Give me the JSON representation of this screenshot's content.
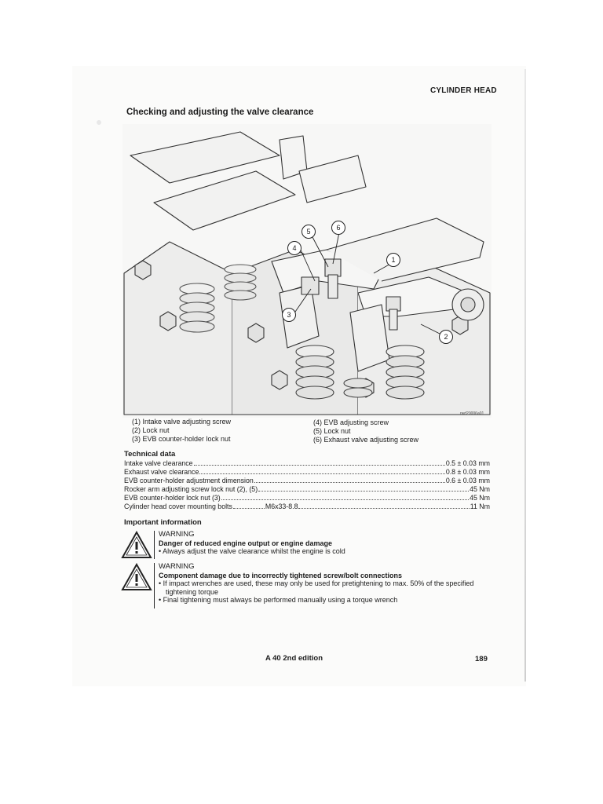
{
  "header": {
    "section": "CYLINDER HEAD"
  },
  "title": "Checking and adjusting the valve clearance",
  "figure": {
    "code": "rwd20006a01",
    "callouts": [
      "1",
      "2",
      "3",
      "4",
      "5",
      "6"
    ]
  },
  "legend": {
    "left": [
      "(1)  Intake valve adjusting screw",
      "(2)  Lock nut",
      "(3)  EVB counter-holder lock nut"
    ],
    "right": [
      "(4)  EVB adjusting screw",
      "(5)  Lock nut",
      "(6)  Exhaust valve adjusting screw"
    ]
  },
  "technical_data": {
    "title": "Technical data",
    "rows": [
      {
        "label": "Intake valve clearance",
        "mid": "",
        "value": "0.5 ± 0.03 mm"
      },
      {
        "label": "Exhaust valve clearance",
        "mid": "",
        "value": "0.8 ± 0.03 mm"
      },
      {
        "label": "EVB counter-holder adjustment dimension",
        "mid": "",
        "value": "0.6 ± 0.03 mm"
      },
      {
        "label": "Rocker arm adjusting screw lock nut (2), (5)",
        "mid": "",
        "value": "45 Nm"
      },
      {
        "label": "EVB counter-holder lock nut (3)",
        "mid": "",
        "value": "45 Nm"
      },
      {
        "label": "Cylinder head cover mounting bolts",
        "mid": "M6x33-8.8",
        "value": "11 Nm"
      }
    ]
  },
  "important": {
    "title": "Important information",
    "warnings": [
      {
        "label": "WARNING",
        "subtitle": "Danger of reduced engine output or engine damage",
        "bullets": [
          "• Always adjust the valve clearance whilst the engine is cold"
        ]
      },
      {
        "label": "WARNING",
        "subtitle": "Component damage due to incorrectly tightened screw/bolt connections",
        "bullets": [
          "• If impact wrenches are used, these may only be used for pretightening to max.  50% of the specified tightening torque",
          "• Final tightening must always be performed manually using a torque wrench"
        ]
      }
    ]
  },
  "footer": {
    "edition": "A 40    2nd edition",
    "page": "189"
  }
}
